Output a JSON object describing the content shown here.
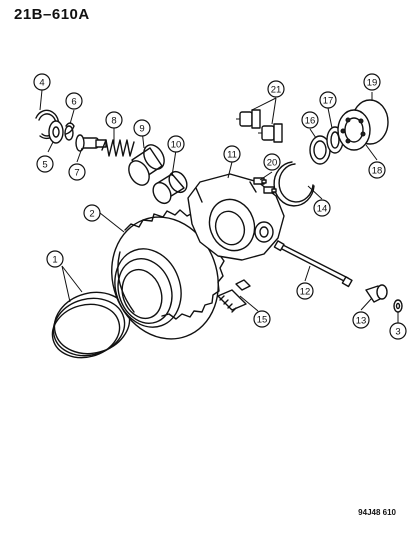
{
  "header": {
    "code": "21B–610A"
  },
  "footer": {
    "code": "94J48 610"
  },
  "callouts": [
    {
      "id": "c1",
      "num": "1"
    },
    {
      "id": "c2",
      "num": "2"
    },
    {
      "id": "c3",
      "num": "3"
    },
    {
      "id": "c4",
      "num": "4"
    },
    {
      "id": "c5",
      "num": "5"
    },
    {
      "id": "c6",
      "num": "6"
    },
    {
      "id": "c7",
      "num": "7"
    },
    {
      "id": "c8",
      "num": "8"
    },
    {
      "id": "c9",
      "num": "9"
    },
    {
      "id": "c10",
      "num": "10"
    },
    {
      "id": "c11",
      "num": "11"
    },
    {
      "id": "c12",
      "num": "12"
    },
    {
      "id": "c13",
      "num": "13"
    },
    {
      "id": "c14",
      "num": "14"
    },
    {
      "id": "c15",
      "num": "15"
    },
    {
      "id": "c16",
      "num": "16"
    },
    {
      "id": "c17",
      "num": "17"
    },
    {
      "id": "c18",
      "num": "18"
    },
    {
      "id": "c19",
      "num": "19"
    },
    {
      "id": "c20",
      "num": "20"
    },
    {
      "id": "c21",
      "num": "21"
    }
  ]
}
